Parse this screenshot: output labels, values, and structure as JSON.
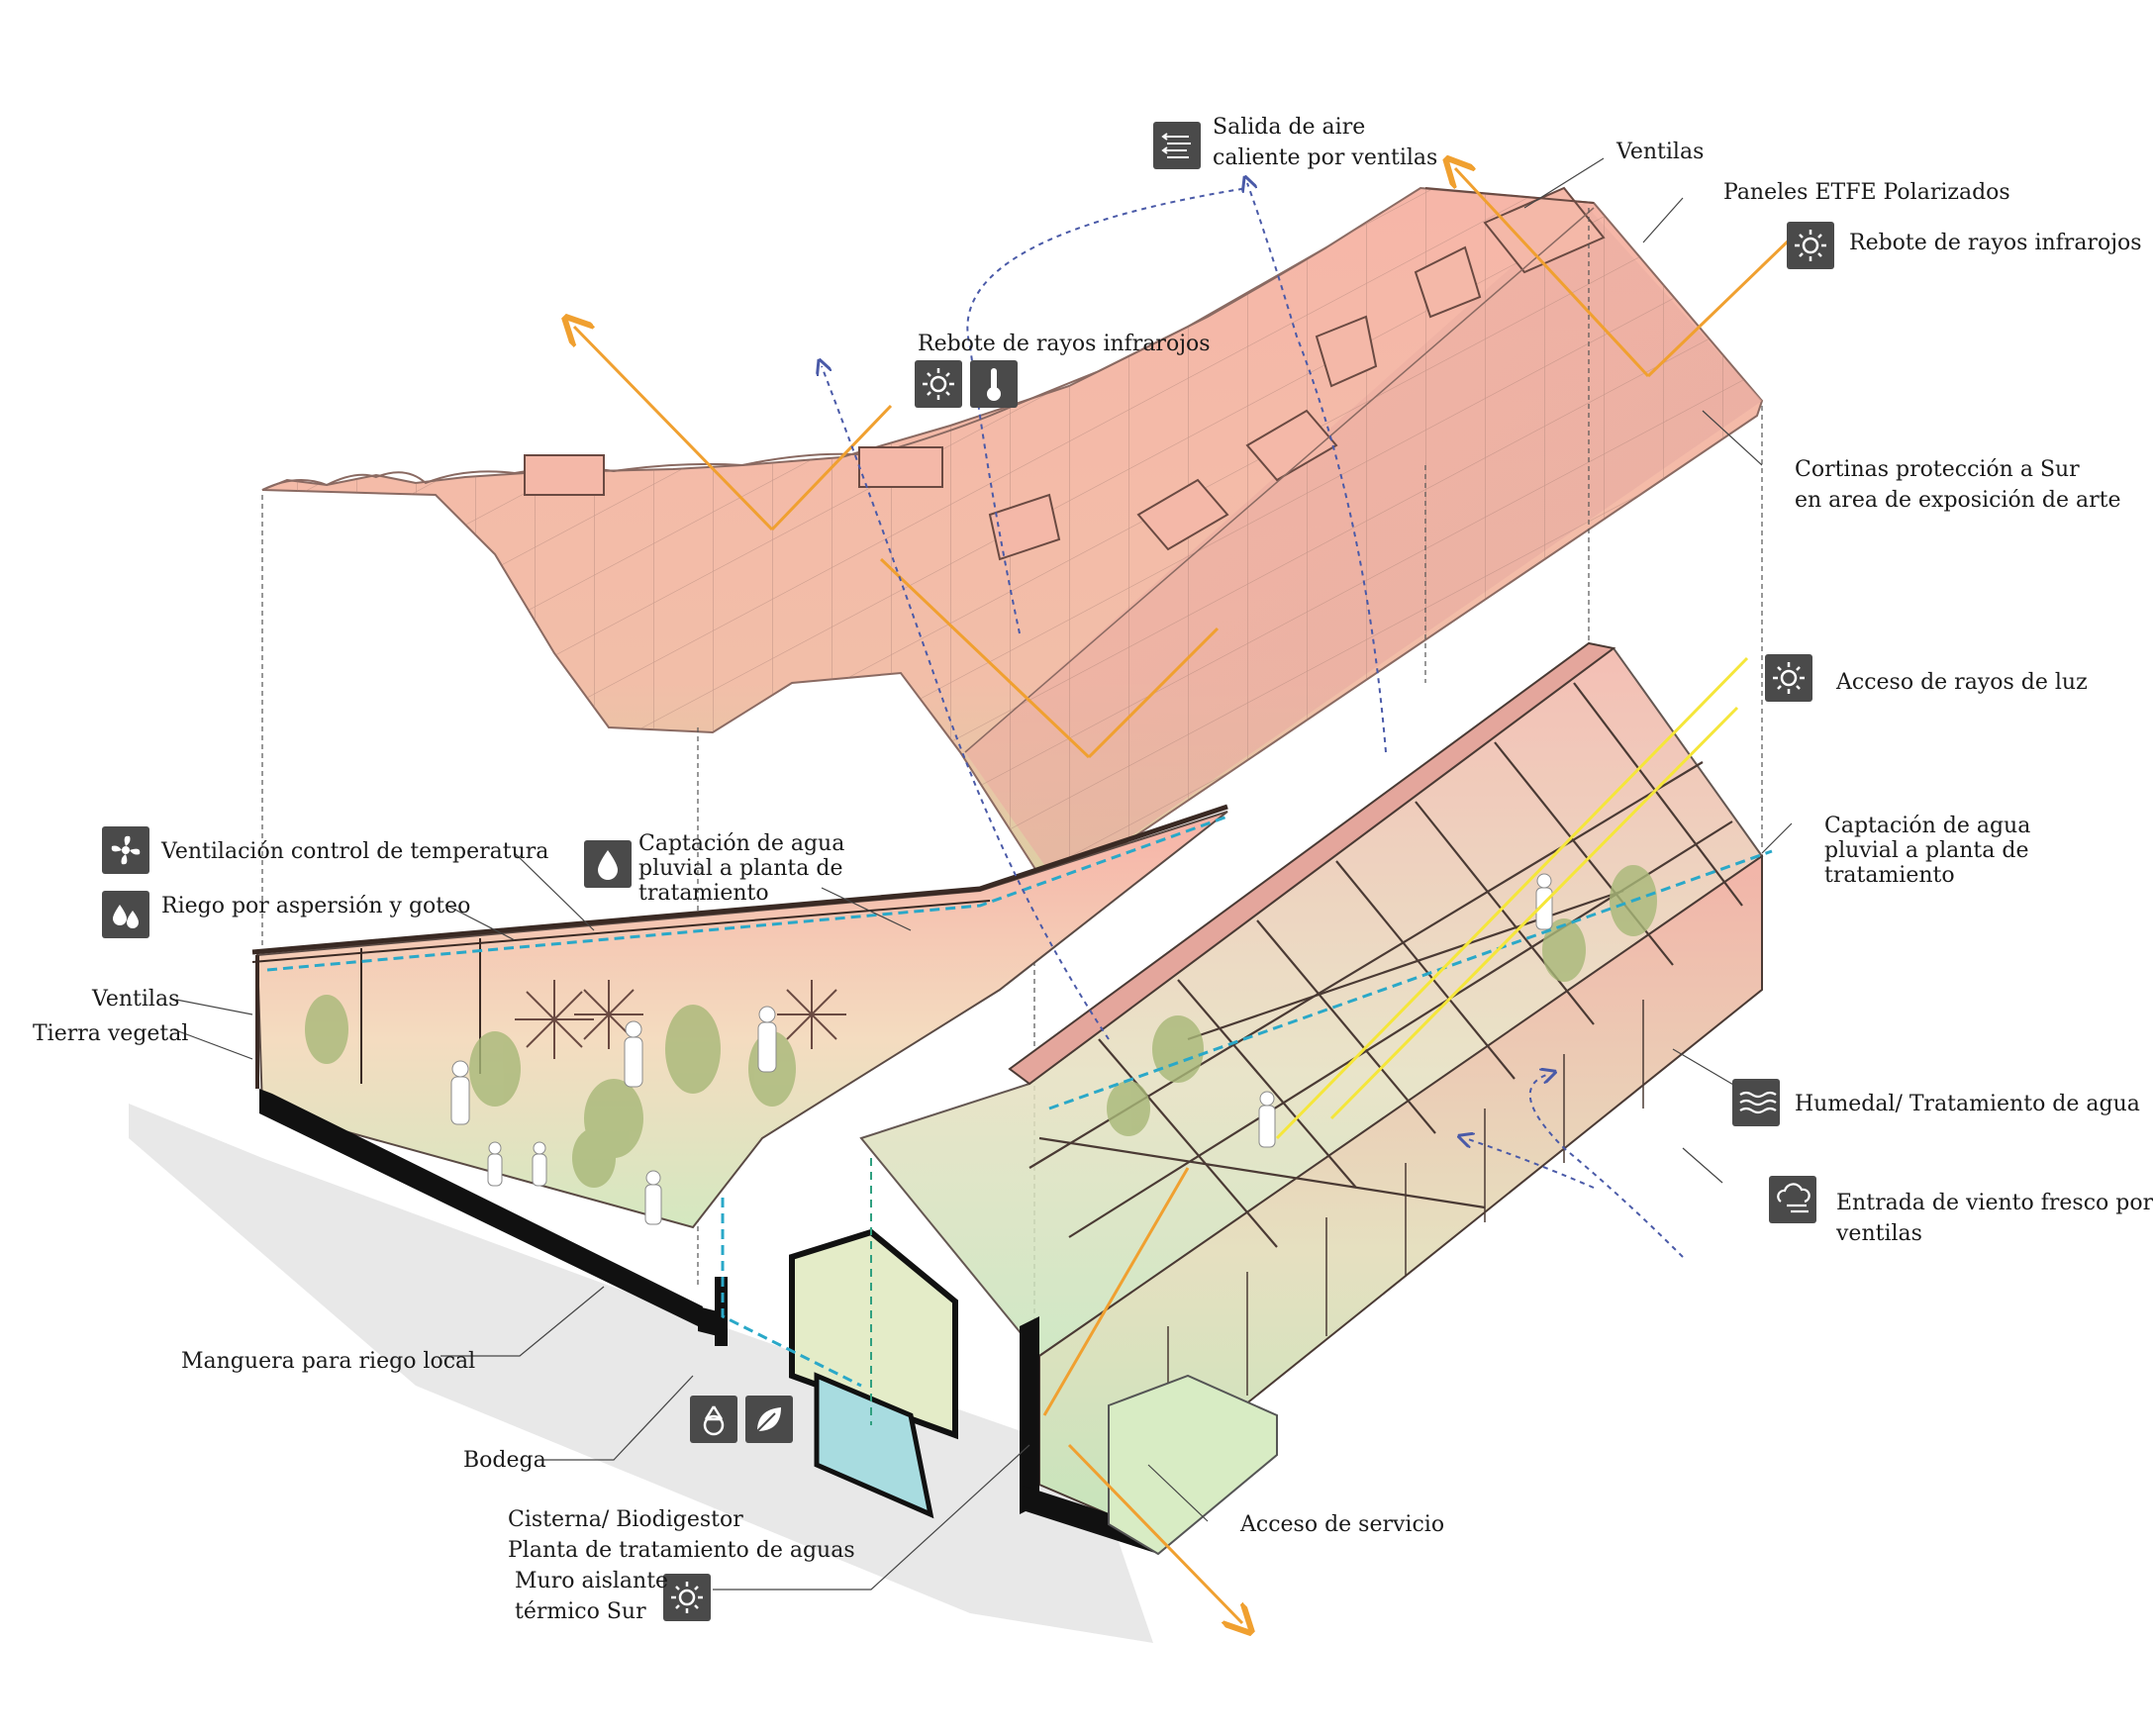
{
  "labels": {
    "salida_aire": [
      "Salida de aire",
      "caliente  por ventilas"
    ],
    "ventilas_top": "Ventilas",
    "paneles_etfe": "Paneles ETFE Polarizados",
    "rebote_right": "Rebote de rayos infrarojos",
    "rebote_center": "Rebote de rayos infrarojos",
    "cortinas": [
      "Cortinas protección a Sur",
      "en area de exposición de arte"
    ],
    "acceso_luz": "Acceso de rayos de luz",
    "ventilacion_control": "Ventilación control de temperatura",
    "captacion_center": [
      "Captación de agua",
      "pluvial a planta de",
      "tratamiento"
    ],
    "riego": "Riego por aspersión y goteo",
    "captacion_right": [
      "Captación de agua",
      "pluvial a planta de",
      "tratamiento"
    ],
    "ventilas_left": "Ventilas",
    "tierra_vegetal": "Tierra vegetal",
    "humedal": "Humedal/ Tratamiento de agua",
    "entrada_viento": [
      "Entrada de viento fresco por",
      "ventilas"
    ],
    "manguera": "Manguera para riego local",
    "bodega": "Bodega",
    "acceso_servicio": "Acceso de servicio",
    "cisterna": [
      "Cisterna/ Biodigestor",
      "Planta de tratamiento de aguas"
    ],
    "muro": [
      "Muro aislante",
      "térmico Sur"
    ]
  },
  "icons": {
    "salida_aire": "wind-out-icon",
    "rebote_right": "sun-icon",
    "rebote_center_1": "sun-icon",
    "rebote_center_2": "thermometer-icon",
    "acceso_luz": "sun-icon",
    "ventilacion_control": "fan-icon",
    "captacion_center": "water-drop-icon",
    "riego": "water-drops-icon",
    "humedal": "waves-icon",
    "entrada_viento": "cloud-wind-icon",
    "recycle": "recycle-icon",
    "leaf": "leaf-icon",
    "muro": "sun-icon"
  },
  "colors": {
    "roof_pink": "#f4b8a8",
    "roof_line": "#a57e74",
    "infrared_arrow": "#f0a030",
    "light_ray": "#f5e63a",
    "air_flow": "#4a5aa8",
    "water_line": "#2aa8c8",
    "icon_bg": "#4a4a4a",
    "section_black": "#111111",
    "cistern_water": "#a8dce0"
  }
}
